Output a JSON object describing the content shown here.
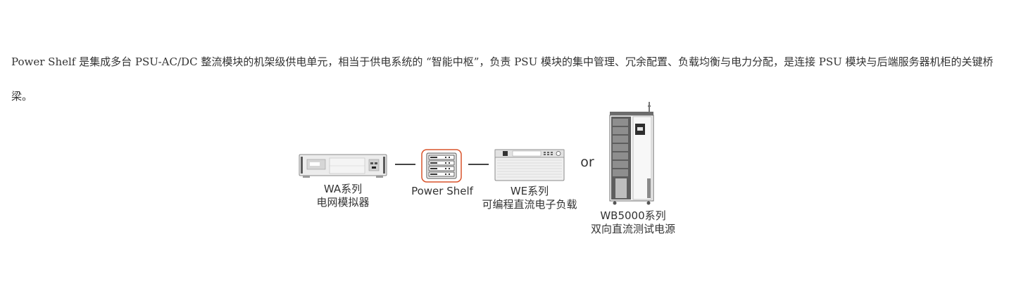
{
  "intro": {
    "text": "Power Shelf 是集成多台 PSU-AC/DC 整流模块的机架级供电单元，相当于供电系统的 “智能中枢”，负责 PSU 模块的集中管理、冗余配置、负载均衡与电力分配，是连接 PSU 模块与后端服务器机柜的关键桥梁。"
  },
  "diagram": {
    "devices": [
      {
        "line1": "WA系列",
        "line2": "电网模拟器"
      },
      {
        "line1": "Power Shelf",
        "line2": ""
      },
      {
        "line1": "WE系列",
        "line2": "可编程直流电子负载"
      },
      {
        "line1": "WB5000系列",
        "line2": "双向直流测试电源"
      }
    ],
    "or_label": "or",
    "highlight_color": "#d9542b",
    "device_color": "#e8e8e8"
  }
}
